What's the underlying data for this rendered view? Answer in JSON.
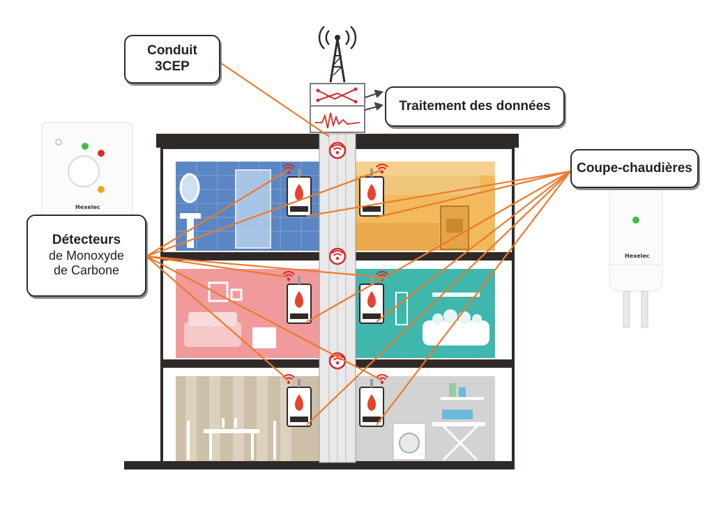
{
  "labels": {
    "conduit": [
      "Conduit",
      "3CEP"
    ],
    "traitement": "Traitement des données",
    "coupe": "Coupe-chaudières",
    "detecteurs": [
      "Détecteurs",
      "de Monoxyde",
      "de Carbone"
    ]
  },
  "device_brand": "Hexelec",
  "colors": {
    "connector": "#ea7a2c",
    "signal": "#d62828",
    "building_frame": "#2f2a28",
    "bathroom": "#5a86c4",
    "kitchen": "#f2ba5c",
    "living_room": "#f19a9c",
    "bath_teal": "#40b7ad",
    "dining": "#cdbfa8",
    "laundry": "#d3d3d3",
    "boiler_flame": "#e8432e"
  }
}
